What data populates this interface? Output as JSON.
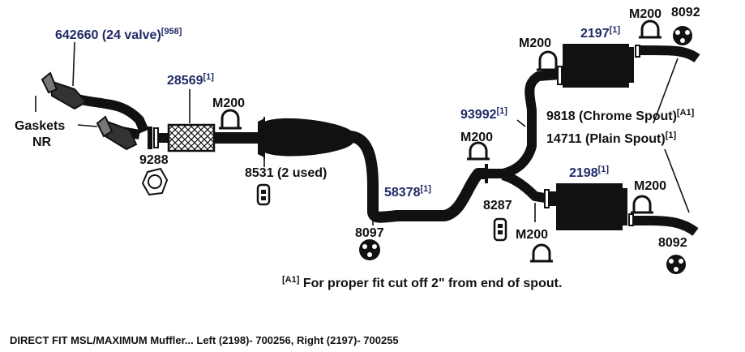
{
  "parts": {
    "cat_converter_front": {
      "number": "642660 (24 valve)",
      "ref": "[958]"
    },
    "gaskets": {
      "line1": "Gaskets",
      "line2": "NR"
    },
    "gasket_9288": {
      "number": "9288"
    },
    "cat_converter_mid": {
      "number": "28569",
      "ref": "[1]"
    },
    "clamp_left": {
      "number": "M200"
    },
    "hanger_8531": {
      "number": "8531 (2 used)"
    },
    "pipe_58378": {
      "number": "58378",
      "ref": "[1]"
    },
    "hanger_8097": {
      "number": "8097"
    },
    "pipe_93992": {
      "number": "93992",
      "ref": "[1]"
    },
    "clamp_center": {
      "number": "M200"
    },
    "clamp_upper_left": {
      "number": "M200"
    },
    "muffler_right": {
      "number": "2197",
      "ref": "[1]"
    },
    "clamp_upper_right": {
      "number": "M200"
    },
    "hanger_8092_top": {
      "number": "8092"
    },
    "spout_chrome": {
      "text": "9818 (Chrome Spout)",
      "ref": "[A1]"
    },
    "spout_plain": {
      "text": "14711 (Plain Spout)",
      "ref": "[1]"
    },
    "muffler_left": {
      "number": "2198",
      "ref": "[1]"
    },
    "clamp_lower_right": {
      "number": "M200"
    },
    "hanger_8287": {
      "number": "8287"
    },
    "clamp_lower_left": {
      "number": "M200"
    },
    "hanger_8092_bottom": {
      "number": "8092"
    }
  },
  "note": {
    "ref": "[A1]",
    "text": " For proper fit cut off 2\" from end of spout."
  },
  "footer": {
    "text": "DIRECT FIT MSL/MAXIMUM Muffler... Left (2198)- 700256, Right (2197)- 700255"
  },
  "colors": {
    "ink": "#111111",
    "part_number_blue": "#1f2a66",
    "background": "#ffffff"
  }
}
